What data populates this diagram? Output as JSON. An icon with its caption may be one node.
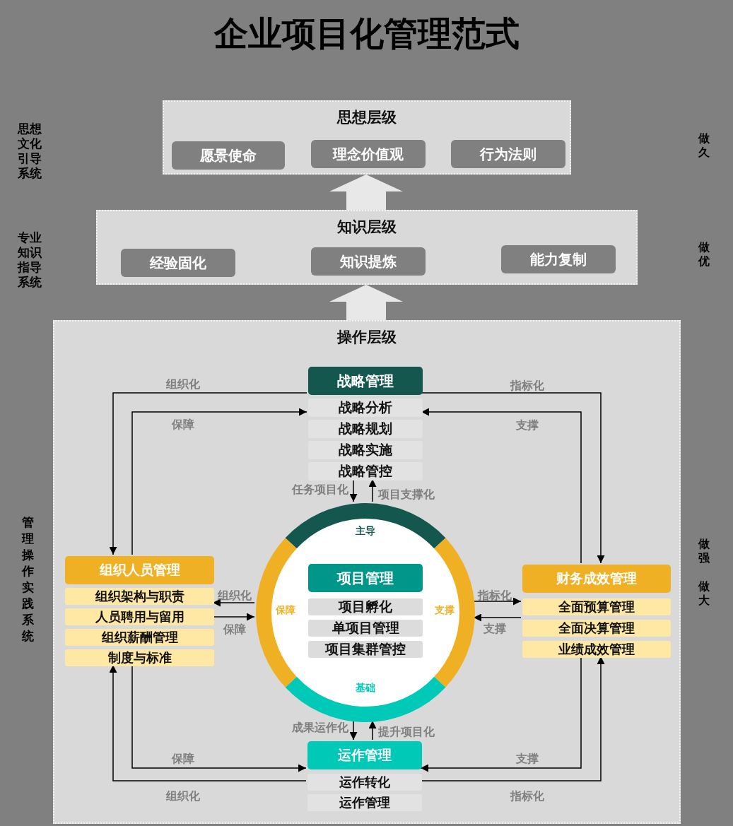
{
  "diagram": {
    "title": "企业项目化管理范式",
    "nodes": [
      {
        "text": [
          "思想层级"
        ]
      },
      {
        "text": [
          "愿景使命"
        ],
        "in": 0
      },
      {
        "text": [
          "理念价值观"
        ],
        "in": 0
      },
      {
        "text": [
          "行为法则"
        ],
        "in": 0
      },
      {
        "text": [
          "知识层级"
        ]
      },
      {
        "text": [
          "经验固化"
        ],
        "in": 4
      },
      {
        "text": [
          "知识提炼"
        ],
        "in": 4
      },
      {
        "text": [
          "能力复制"
        ],
        "in": 4
      },
      {
        "text": [
          "操作层级"
        ]
      },
      {
        "text": [
          "战略管理",
          "战略分析",
          "战略规划",
          "战略实施",
          "战略管控"
        ],
        "in": 8
      },
      {
        "text": [
          "主导",
          "保障",
          "支撑",
          "基础"
        ],
        "in": 8
      },
      {
        "text": [
          "项目管理",
          "项目孵化",
          "单项目管理",
          "项目集群管控"
        ],
        "in": 10
      },
      {
        "text": [
          "组织人员管理",
          "组织架构与职责",
          "人员聘用与留用",
          "组织薪酬管理",
          "制度与标准"
        ],
        "in": 8
      },
      {
        "text": [
          "财务成效管理",
          "全面预算管理",
          "全面决算管理",
          "业绩成效管理"
        ],
        "in": 8
      },
      {
        "text": [
          "运作管理",
          "运作转化",
          "运作管理"
        ],
        "in": 8
      }
    ],
    "edges": [
      {
        "from": 4,
        "to": 0,
        "arrow": "to",
        "style": "thick",
        "color": "#e8e8e8"
      },
      {
        "from": 8,
        "to": 4,
        "arrow": "to",
        "style": "thick",
        "color": "#e8e8e8"
      },
      {
        "from": 9,
        "to": 12,
        "arrow": "to",
        "label": "组织化"
      },
      {
        "from": 12,
        "to": 9,
        "arrow": "to",
        "label": "保障"
      },
      {
        "from": 9,
        "to": 13,
        "arrow": "to",
        "label": "指标化"
      },
      {
        "from": 13,
        "to": 9,
        "arrow": "to",
        "label": "支撑"
      },
      {
        "from": 9,
        "to": 10,
        "arrow": "to",
        "label": "任务项目化"
      },
      {
        "from": 10,
        "to": 9,
        "arrow": "to",
        "label": "项目支撑化"
      },
      {
        "from": 10,
        "to": 12,
        "arrow": "to",
        "label": "组织化"
      },
      {
        "from": 12,
        "to": 10,
        "arrow": "to",
        "label": "保障"
      },
      {
        "from": 10,
        "to": 13,
        "arrow": "to",
        "label": "指标化"
      },
      {
        "from": 13,
        "to": 10,
        "arrow": "to",
        "label": "支撑"
      },
      {
        "from": 10,
        "to": 14,
        "arrow": "to",
        "label": "成果运作化"
      },
      {
        "from": 14,
        "to": 10,
        "arrow": "to",
        "label": "提升项目化"
      },
      {
        "from": 12,
        "to": 14,
        "arrow": "to",
        "label": "保障"
      },
      {
        "from": 14,
        "to": 12,
        "arrow": "to",
        "label": "组织化"
      },
      {
        "from": 13,
        "to": 14,
        "arrow": "to",
        "label": "支撑"
      },
      {
        "from": 14,
        "to": 13,
        "arrow": "to",
        "label": "指标化"
      }
    ],
    "labels": [
      "思想文化引导系统",
      "专业知识指导系统",
      "管理操作实践系统",
      "做久",
      "做优",
      "做强",
      "做大"
    ]
  }
}
